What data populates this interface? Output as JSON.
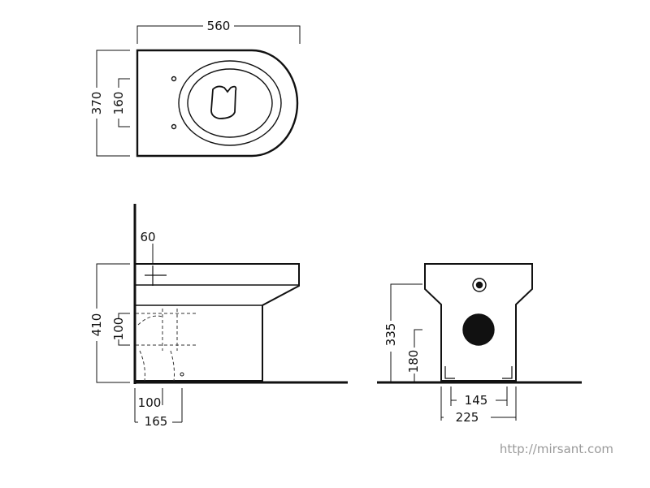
{
  "top_view": {
    "width": "560",
    "depth": "370",
    "fixing_spacing": "160"
  },
  "side_view": {
    "bolt_offset": "60",
    "height": "410",
    "outlet_height": "100",
    "outlet_offset": "100",
    "base_offset": "165"
  },
  "front_view": {
    "height": "335",
    "inlet_height": "180",
    "fixing_width": "145",
    "base_width": "225"
  },
  "watermark": "http://mirsant.com",
  "colors": {
    "line": "#111111",
    "dashed": "#333333",
    "watermark": "#9a9a9a"
  }
}
